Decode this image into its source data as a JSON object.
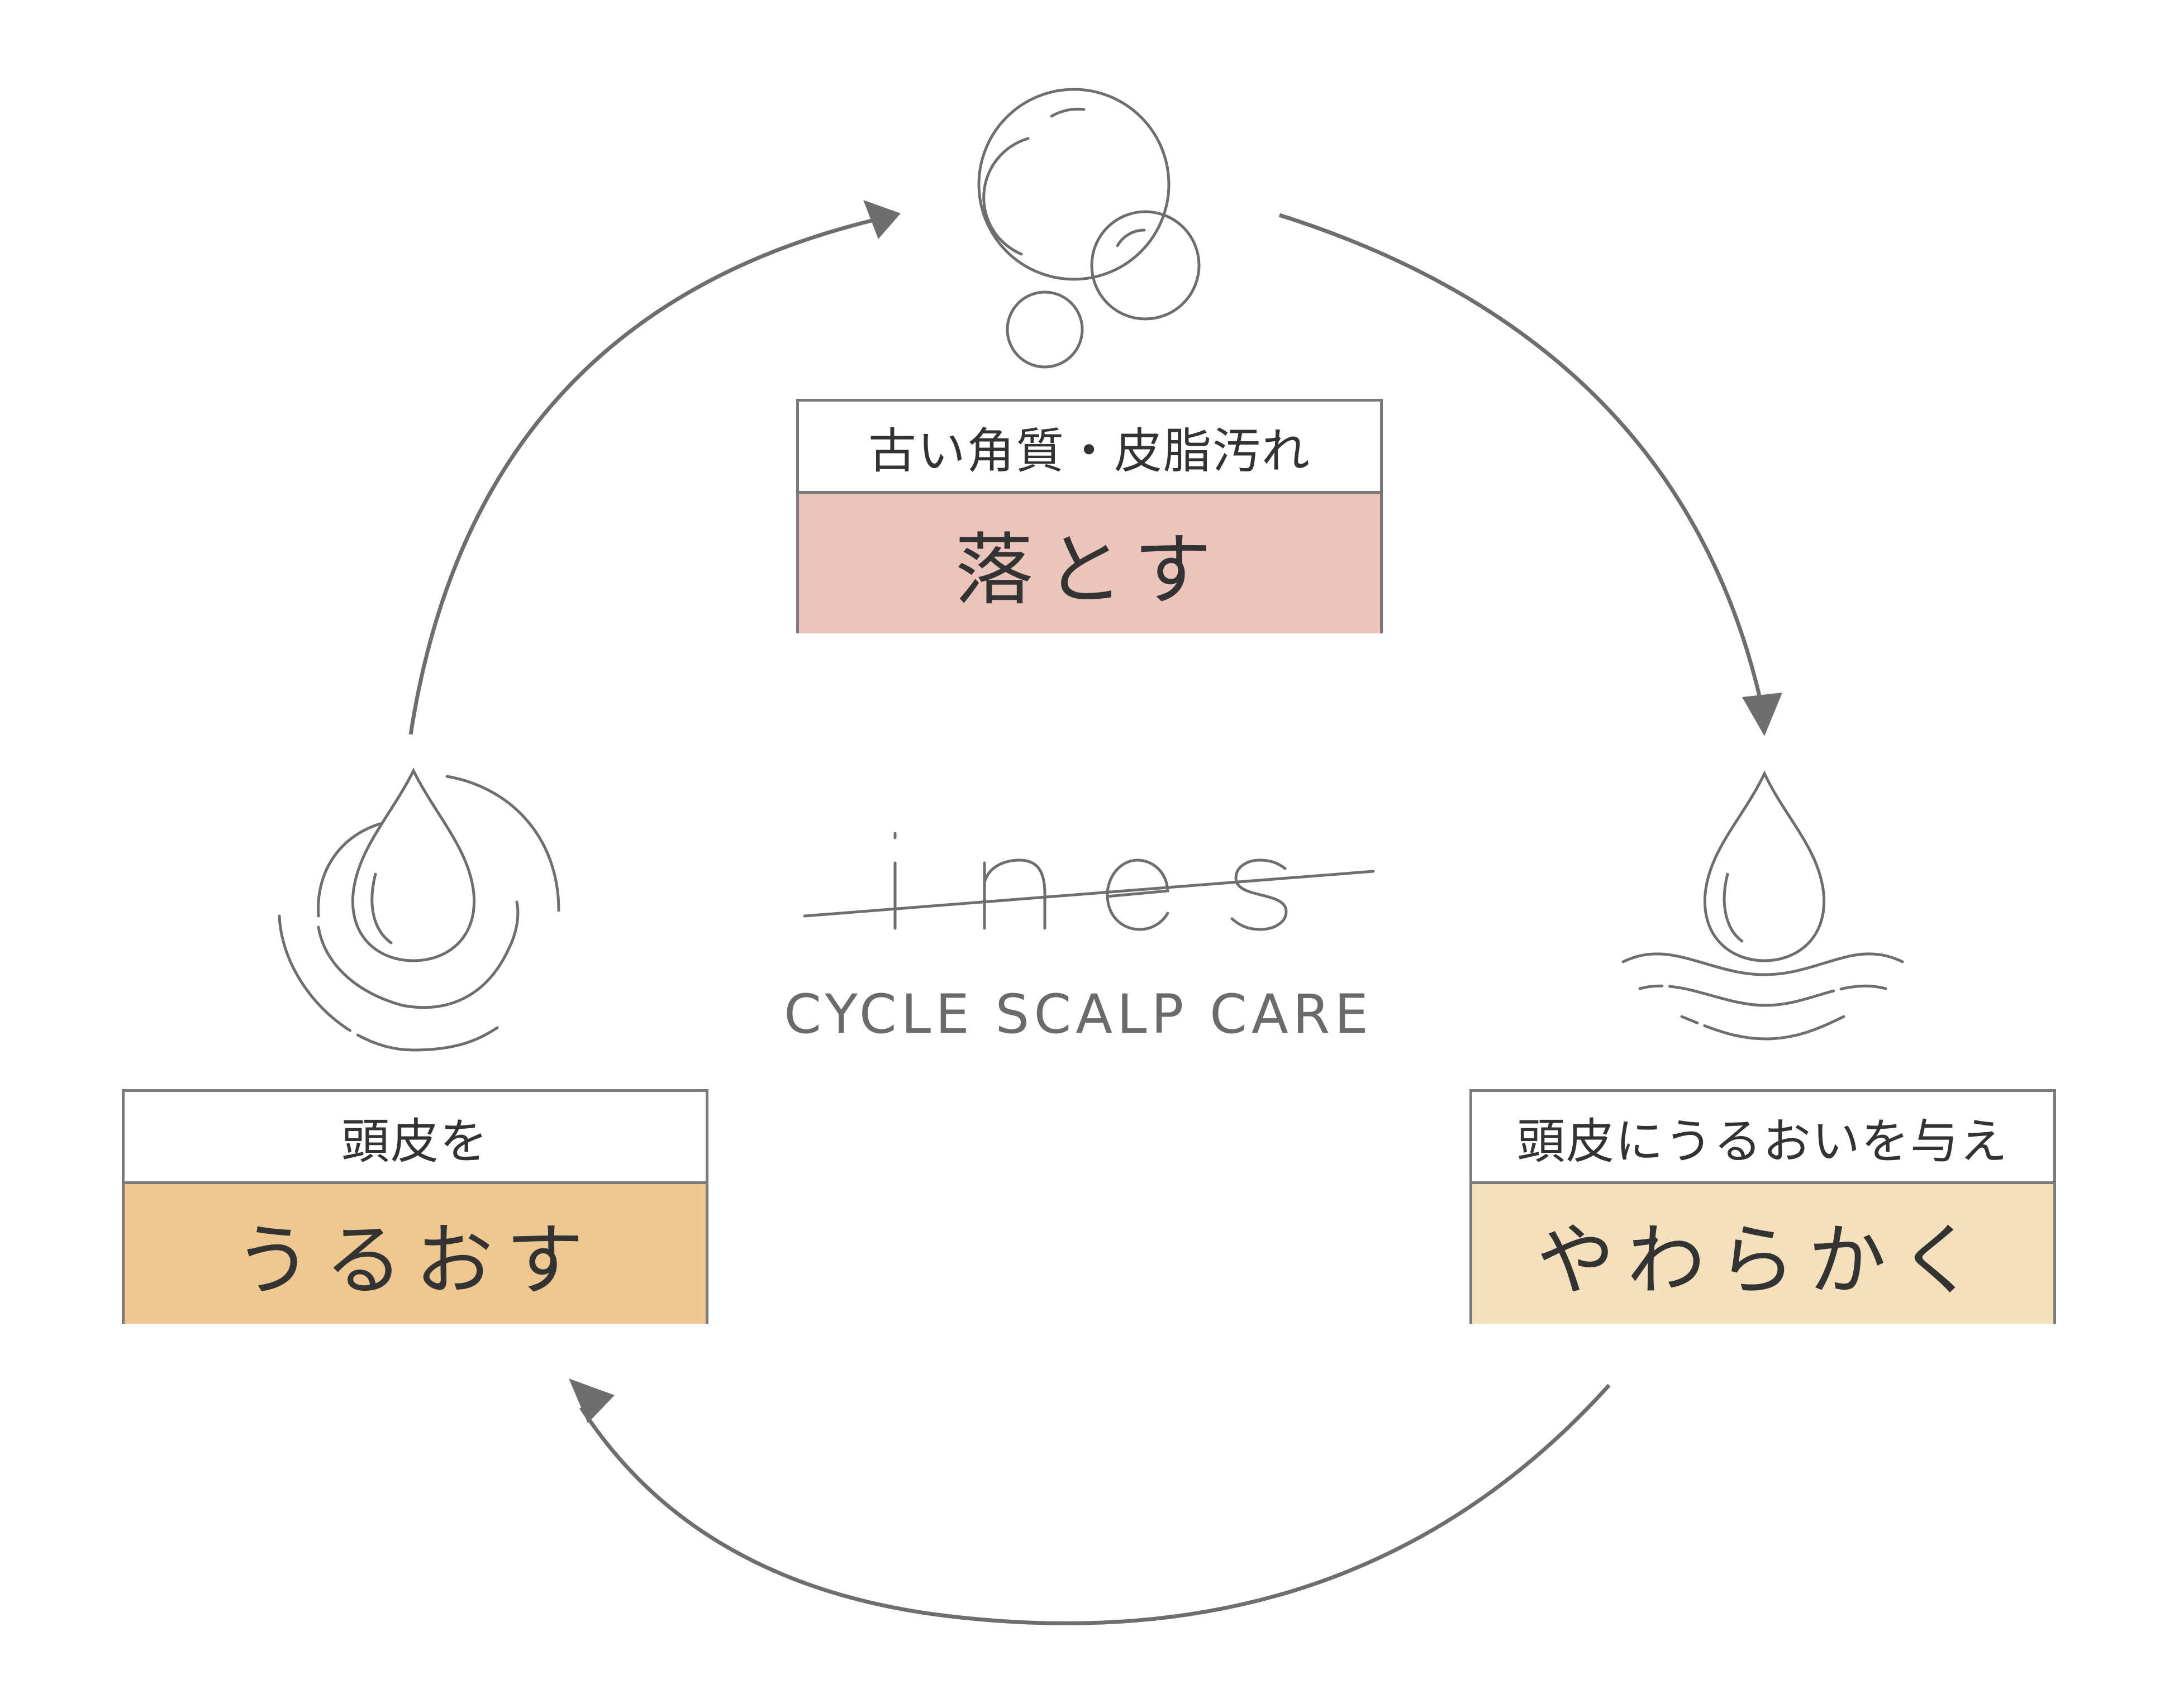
{
  "steps": [
    {
      "id": "remove",
      "caption": "古い角質・皮脂汚れ",
      "action": "落とす",
      "color": "#ebc4bb",
      "icon": "bubbles-icon"
    },
    {
      "id": "soften",
      "caption": "頭皮にうるおいを与え",
      "action": "やわらかく",
      "color": "#f5e0bd",
      "icon": "water-drop-waves-icon"
    },
    {
      "id": "moisturize",
      "caption": "頭皮を",
      "action": "うるおす",
      "color": "#efc891",
      "icon": "water-drop-ripple-icon"
    }
  ],
  "brand": {
    "logo_text": "ines",
    "subtitle": "CYCLE SCALP CARE"
  },
  "colors": {
    "line": "#6e6e6e",
    "text": "#333333"
  }
}
